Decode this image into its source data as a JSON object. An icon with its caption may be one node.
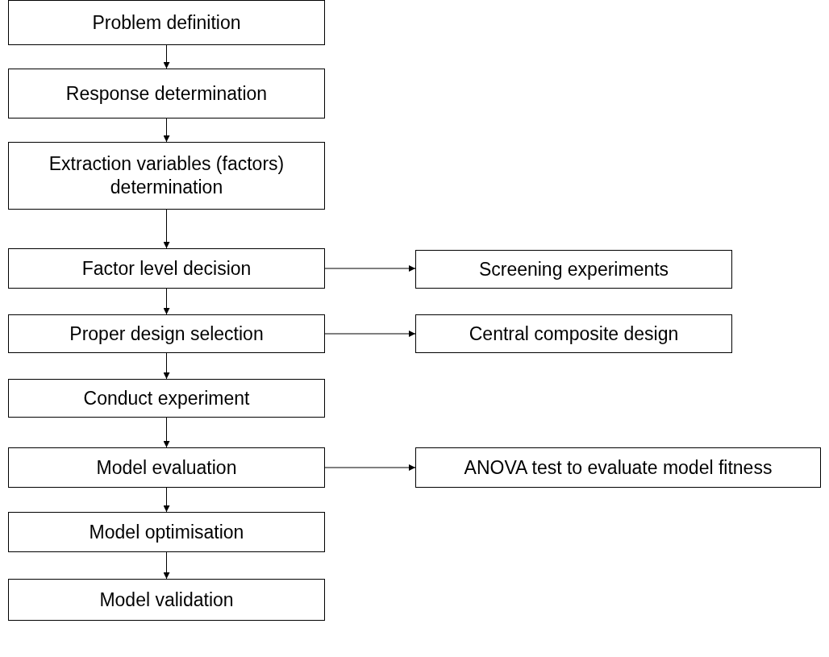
{
  "diagram": {
    "nodes": [
      {
        "text": [
          "Problem definition"
        ]
      },
      {
        "text": [
          "Response determination"
        ]
      },
      {
        "text": [
          "Extraction variables (factors) determination"
        ]
      },
      {
        "text": [
          "Factor level decision"
        ]
      },
      {
        "text": [
          "Screening experiments"
        ]
      },
      {
        "text": [
          "Proper design selection"
        ]
      },
      {
        "text": [
          "Central composite design"
        ]
      },
      {
        "text": [
          "Conduct experiment"
        ]
      },
      {
        "text": [
          "Model evaluation"
        ]
      },
      {
        "text": [
          "ANOVA test to evaluate model fitness"
        ]
      },
      {
        "text": [
          "Model optimisation"
        ]
      },
      {
        "text": [
          "Model validation"
        ]
      }
    ],
    "edges": [
      {
        "from": 0,
        "to": 1,
        "arrow": "to"
      },
      {
        "from": 1,
        "to": 2,
        "arrow": "to"
      },
      {
        "from": 2,
        "to": 3,
        "arrow": "to"
      },
      {
        "from": 3,
        "to": 4,
        "arrow": "to"
      },
      {
        "from": 3,
        "to": 5,
        "arrow": "to"
      },
      {
        "from": 5,
        "to": 6,
        "arrow": "to"
      },
      {
        "from": 5,
        "to": 7,
        "arrow": "to"
      },
      {
        "from": 7,
        "to": 8,
        "arrow": "to"
      },
      {
        "from": 8,
        "to": 9,
        "arrow": "to"
      },
      {
        "from": 8,
        "to": 10,
        "arrow": "to"
      },
      {
        "from": 10,
        "to": 11,
        "arrow": "to"
      }
    ]
  }
}
